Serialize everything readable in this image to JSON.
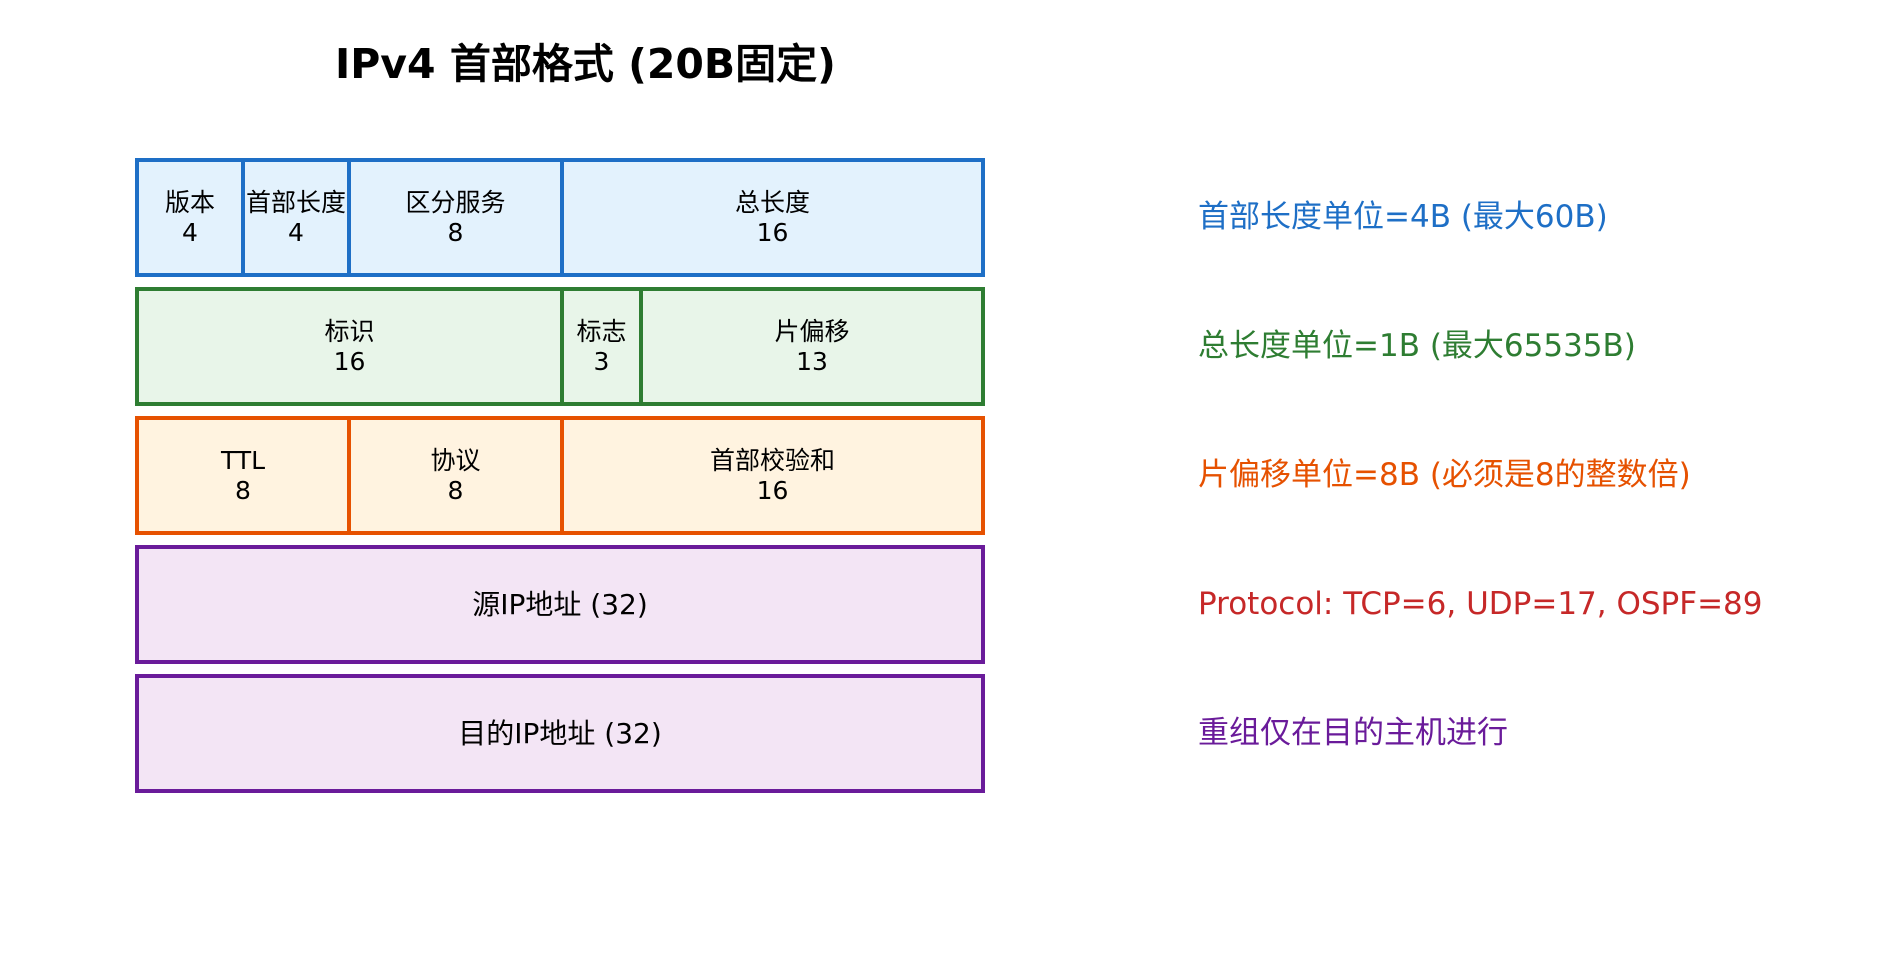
{
  "title": "IPv4 首部格式 (20B固定)",
  "rows": [
    {
      "fields": [
        {
          "name": "版本",
          "bits": "4"
        },
        {
          "name": "首部长度",
          "bits": "4"
        },
        {
          "name": "区分服务",
          "bits": "8"
        },
        {
          "name": "总长度",
          "bits": "16"
        }
      ]
    },
    {
      "fields": [
        {
          "name": "标识",
          "bits": "16"
        },
        {
          "name": "标志",
          "bits": "3"
        },
        {
          "name": "片偏移",
          "bits": "13"
        }
      ]
    },
    {
      "fields": [
        {
          "name": "TTL",
          "bits": "8"
        },
        {
          "name": "协议",
          "bits": "8"
        },
        {
          "name": "首部校验和",
          "bits": "16"
        }
      ]
    },
    {
      "fields": [
        {
          "label": "源IP地址 (32)"
        }
      ]
    },
    {
      "fields": [
        {
          "label": "目的IP地址 (32)"
        }
      ]
    }
  ],
  "notes": [
    {
      "text": "首部长度单位=4B (最大60B)",
      "color": "#1e6fc6"
    },
    {
      "text": "总长度单位=1B (最大65535B)",
      "color": "#2e7d32"
    },
    {
      "text": "片偏移单位=8B (必须是8的整数倍)",
      "color": "#e65100"
    },
    {
      "text": "Protocol: TCP=6, UDP=17, OSPF=89",
      "color": "#c62828"
    },
    {
      "text": "重组仅在目的主机进行",
      "color": "#6a1b9a"
    }
  ]
}
